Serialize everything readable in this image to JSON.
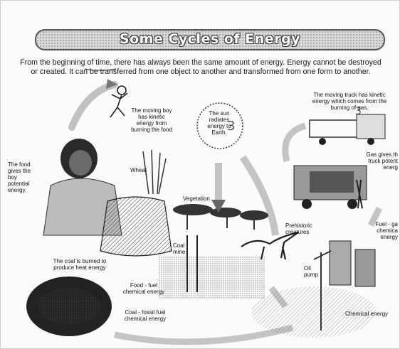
{
  "title": "Some Cycles of Energy",
  "intro": {
    "line1": "From the beginning of time, there has always been the same amount of energy. Energy cannot be destroyed",
    "line2": "or created. It can be transferred from one object to another and transformed from one form to another."
  },
  "handwritten": {
    "mark_3a": "3",
    "mark_3b": "3"
  },
  "captions": {
    "boy_line1": "The moving boy",
    "boy_line2": "has kinetic",
    "boy_line3": "energy from",
    "boy_line4": "burning the food",
    "sun_line1": "The sun",
    "sun_line2": "radiates",
    "sun_line3": "energy to",
    "sun_line4": "Earth.",
    "truck_line1": "The moving truck has kinetic",
    "truck_line2": "energy which comes from the",
    "truck_line3": "burning of gas.",
    "food_line1": "The food",
    "food_line2": "gives the",
    "food_line3": "boy",
    "food_line4": "potential",
    "food_line5": "energy.",
    "wheat": "Wheat",
    "vegetation": "Vegetation",
    "gas_line1": "Gas gives th",
    "gas_line2": "truck potent",
    "gas_line3": "energ",
    "coal_mine_line1": "Coal",
    "coal_mine_line2": "mine",
    "prehistoric_line1": "Prehistoric",
    "prehistoric_line2": "creatures",
    "fuel_gas_line1": "Fuel - ga",
    "fuel_gas_line2": "chemica",
    "fuel_gas_line3": "energy",
    "coal_burned_line1": "The coal is burned to",
    "coal_burned_line2": "produce heat energy",
    "food_fuel_line1": "Food - fuel",
    "food_fuel_line2": "chemical energy",
    "oil_pump_line1": "Oil",
    "oil_pump_line2": "pump",
    "coal_fossil_line1": "Coal - fossil fuel",
    "coal_fossil_line2": "chemical energy",
    "chemical_energy": "Chemical energy"
  },
  "colors": {
    "ink": "#1a1a1a",
    "paper": "#fbfbfb",
    "banner": "#d9d9d9"
  }
}
